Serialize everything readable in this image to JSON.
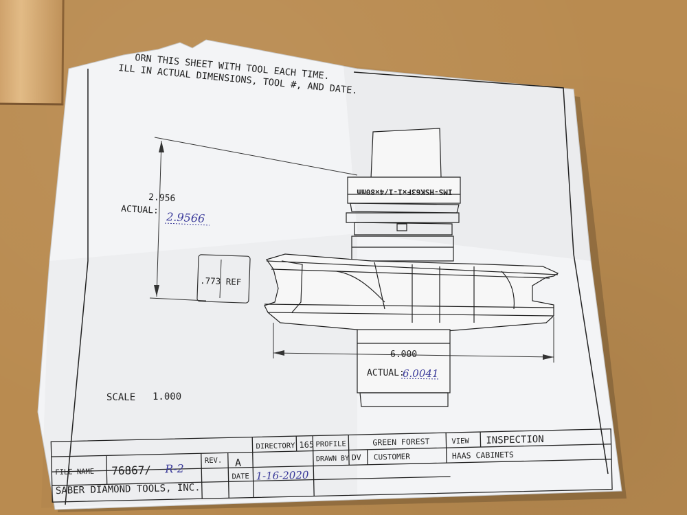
{
  "instructions": {
    "line1": "ORN THIS SHEET WITH TOOL EACH TIME.",
    "line2": "ILL IN ACTUAL DIMENSIONS, TOOL #, AND DATE."
  },
  "tool_label": "IMS-HSK63F×1-1/4×80mm",
  "dimensions": {
    "height_nominal": "2.956",
    "height_actual_label": "ACTUAL:",
    "height_actual_value": "2.9566",
    "ref_value": ".773 REF",
    "width_nominal": "6.000",
    "width_actual_label": "ACTUAL:",
    "width_actual_value": "6.0041"
  },
  "scale": {
    "label": "SCALE",
    "value": "1.000"
  },
  "title_block": {
    "file_name_label": "FILE NAME",
    "file_name_value": "76867/",
    "file_name_hand": "R-2",
    "rev_label": "REV.",
    "rev_value": "A",
    "directory_label": "DIRECTORY",
    "directory_value": "165",
    "profile_label": "PROFILE",
    "profile_value": "GREEN FOREST",
    "view_label": "VIEW",
    "view_value": "INSPECTION",
    "drawn_by_label": "DRAWN BY",
    "drawn_by_value": "DV",
    "customer_label": "CUSTOMER",
    "customer_value": "HAAS CABINETS",
    "company": "SABER DIAMOND TOOLS, INC.",
    "date_label": "DATE",
    "date_value": "1-16-2020"
  }
}
